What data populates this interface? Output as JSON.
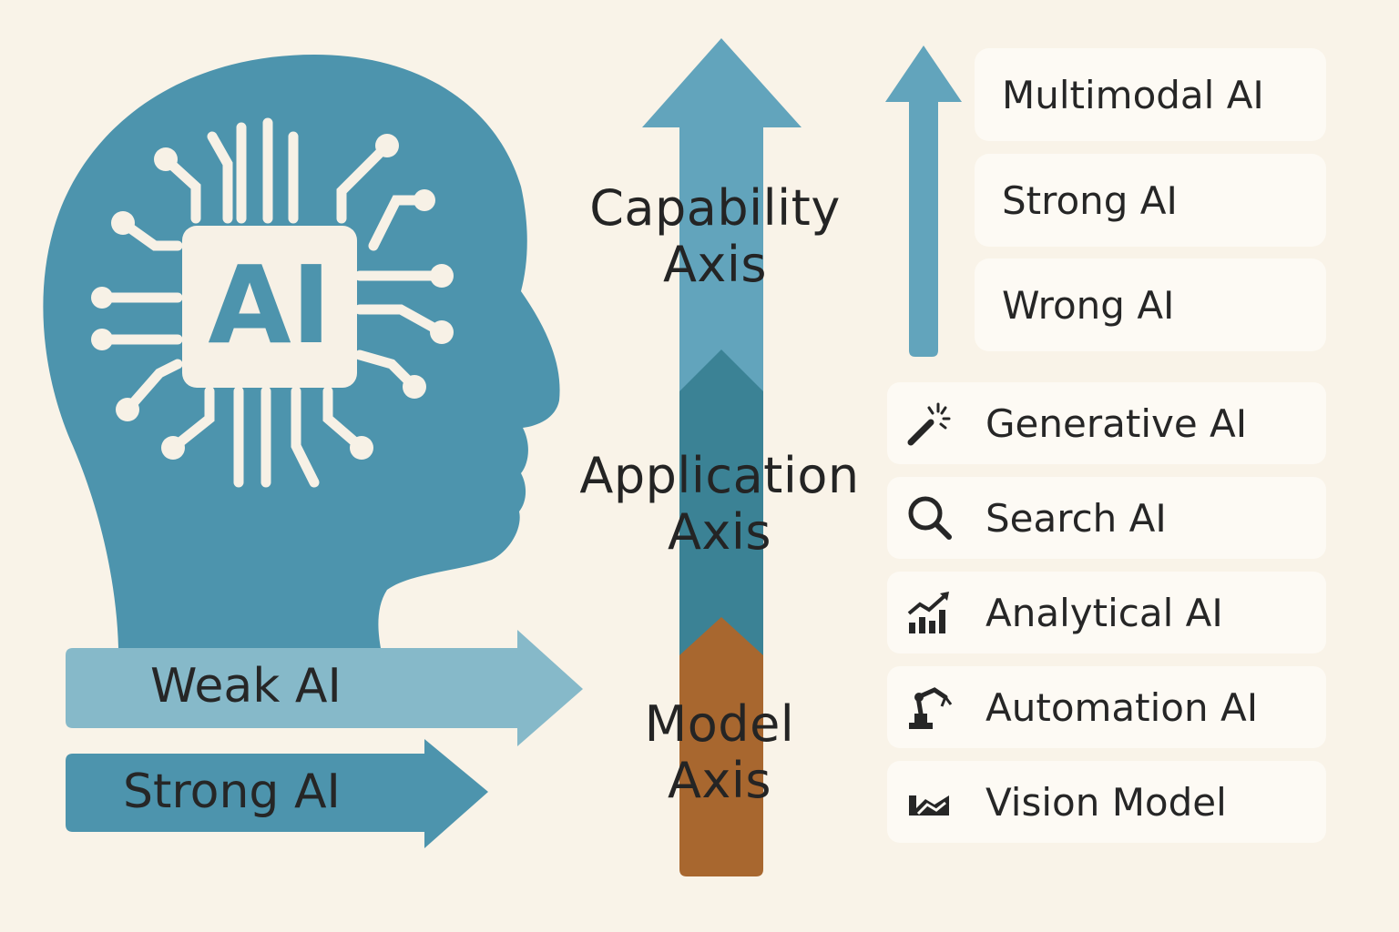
{
  "chip": {
    "text": "AI"
  },
  "axes": {
    "capability": {
      "line1": "Capability",
      "line2": "Axis"
    },
    "application": {
      "line1": "Application",
      "line2": "Axis"
    },
    "model": {
      "line1": "Model",
      "line2": "Axis"
    }
  },
  "ai_types": {
    "weak": "Weak AI",
    "strong": "Strong AI"
  },
  "capability_levels": [
    "Multimodal AI",
    "Strong AI",
    "Wrong AI"
  ],
  "application_items": [
    {
      "label": "Generative AI",
      "icon": "magic-wand-icon"
    },
    {
      "label": "Search AI",
      "icon": "search-icon"
    },
    {
      "label": "Analytical AI",
      "icon": "chart-growth-icon"
    },
    {
      "label": "Automation AI",
      "icon": "robot-arm-icon"
    },
    {
      "label": "Vision Model",
      "icon": "vision-model-icon"
    }
  ],
  "colors": {
    "background": "#f9f3e8",
    "head": "#4d94ad",
    "capability_axis": "#62a4bc",
    "application_axis": "#3b8295",
    "model_axis": "#a8672f",
    "weak_arrow": "#86b9c9",
    "strong_arrow": "#4d94ad"
  }
}
